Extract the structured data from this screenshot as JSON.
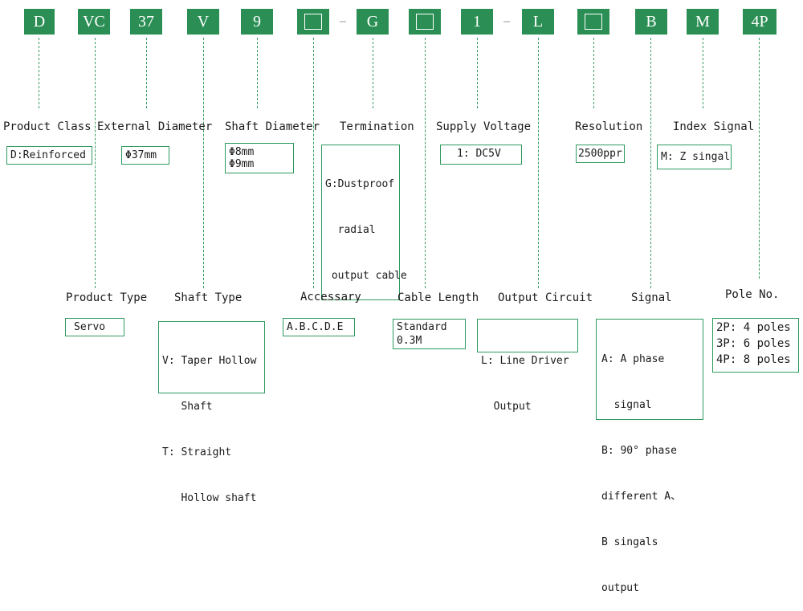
{
  "codes": [
    "D",
    "VC",
    "37",
    "V",
    "9",
    "",
    "G",
    "",
    "1",
    "L",
    "",
    "B",
    "M",
    "4P"
  ],
  "separator": "-",
  "top_fields": [
    {
      "name": "product-class",
      "heading": "Product Class",
      "options": [
        "D:Reinforced"
      ]
    },
    {
      "name": "external-diameter",
      "heading": "External Diameter",
      "options": [
        "Φ37mm"
      ]
    },
    {
      "name": "shaft-diameter",
      "heading": "Shaft Diameter",
      "options": [
        "Φ8mm",
        "Φ9mm"
      ]
    },
    {
      "name": "termination",
      "heading": "Termination",
      "options": [
        "G:Dustproof",
        "  radial",
        " output cable"
      ]
    },
    {
      "name": "supply-voltage",
      "heading": "Supply Voltage",
      "options": [
        "1: DC5V"
      ]
    },
    {
      "name": "resolution",
      "heading": "Resolution",
      "options": [
        "2500ppr"
      ]
    },
    {
      "name": "index-signal",
      "heading": "Index Signal",
      "options": [
        "M: Z singal"
      ]
    }
  ],
  "bottom_fields": [
    {
      "name": "product-type",
      "heading": "Product Type",
      "options": [
        "Servo"
      ]
    },
    {
      "name": "shaft-type",
      "heading": "Shaft Type",
      "options": [
        "V: Taper Hollow",
        "   Shaft",
        "T: Straight",
        "   Hollow shaft"
      ]
    },
    {
      "name": "accessary",
      "heading": "Accessary",
      "options": [
        "A.B.C.D.E"
      ]
    },
    {
      "name": "cable-length",
      "heading": "Cable Length",
      "options": [
        "Standard",
        "0.3M"
      ]
    },
    {
      "name": "output-circuit",
      "heading": "Output Circuit",
      "options": [
        "L: Line Driver",
        "  Output"
      ]
    },
    {
      "name": "signal",
      "heading": "Signal",
      "options": [
        "A: A phase",
        "  signal",
        "B: 90° phase",
        "different A、",
        "B singals",
        "output"
      ]
    },
    {
      "name": "pole-no",
      "heading": "Pole No.",
      "options": [
        "2P: 4 poles",
        "3P: 6 poles",
        "4P: 8 poles"
      ]
    }
  ],
  "colors": {
    "code_box": "#2b8f55",
    "line": "#3a9a63",
    "box_border": "#2e9a5e"
  }
}
